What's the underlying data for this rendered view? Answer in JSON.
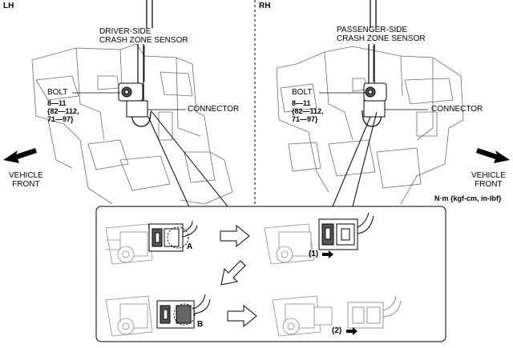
{
  "sides": {
    "lh": {
      "title": "LH",
      "sensor_label": "DRIVER-SIDE\nCRASH ZONE SENSOR",
      "bolt_label": "BOLT",
      "torque_label": "8—11\n{82—112,\n71—97}",
      "connector_label": "CONNECTOR",
      "direction_label": "VEHICLE\nFRONT"
    },
    "rh": {
      "title": "RH",
      "sensor_label": "PASSENGER-SIDE\nCRASH ZONE SENSOR",
      "bolt_label": "BOLT",
      "torque_label": "8—11\n{82—112,\n71—97}",
      "connector_label": "CONNECTOR",
      "direction_label": "VEHICLE\nFRONT"
    }
  },
  "units_label": "N·m {kgf-cm, in-lbf}",
  "detail": {
    "callout_a": "A",
    "callout_b": "B",
    "step1_label": "(1)",
    "step2_label": "(2)"
  },
  "colors": {
    "line": "#000000",
    "sketch": "#555555",
    "light": "#9a9a9a"
  }
}
